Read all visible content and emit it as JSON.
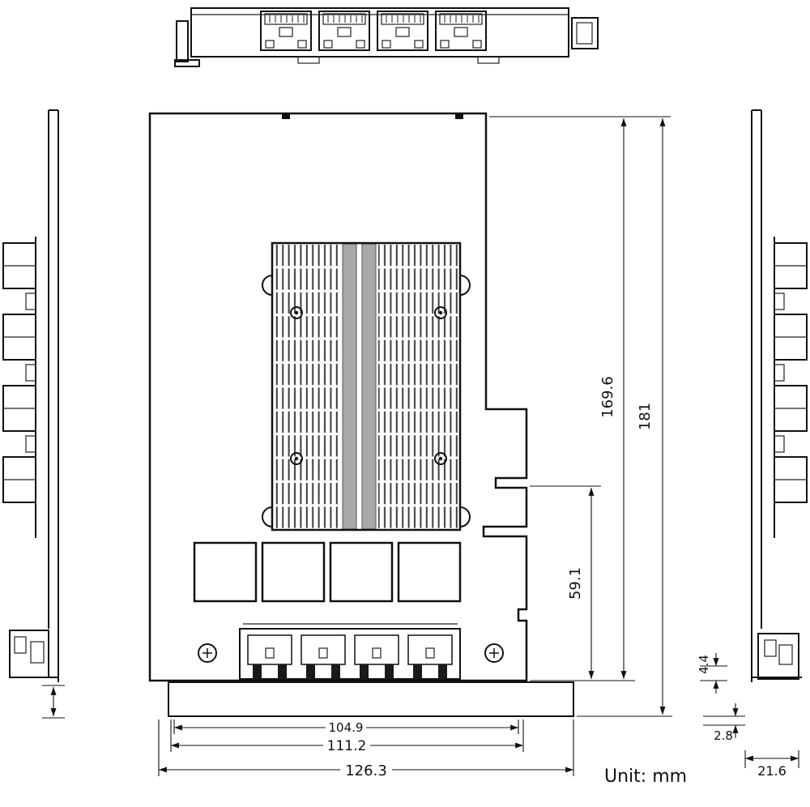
{
  "meta": {
    "unit_label": "Unit: mm",
    "line_color": "#111111",
    "background": "#ffffff",
    "drawing_type": "mechanical dimensional drawing of 4-port network interface card"
  },
  "dimensions": {
    "pcb_height": "169.6",
    "overall_height": "181",
    "lower_edge_height": "59.1",
    "connector_span_width": "104.9",
    "pcb_width": "111.2",
    "overall_width": "126.3",
    "foot_height": "4.4",
    "bracket_thickness": "2.8",
    "bracket_depth": "21.6"
  }
}
